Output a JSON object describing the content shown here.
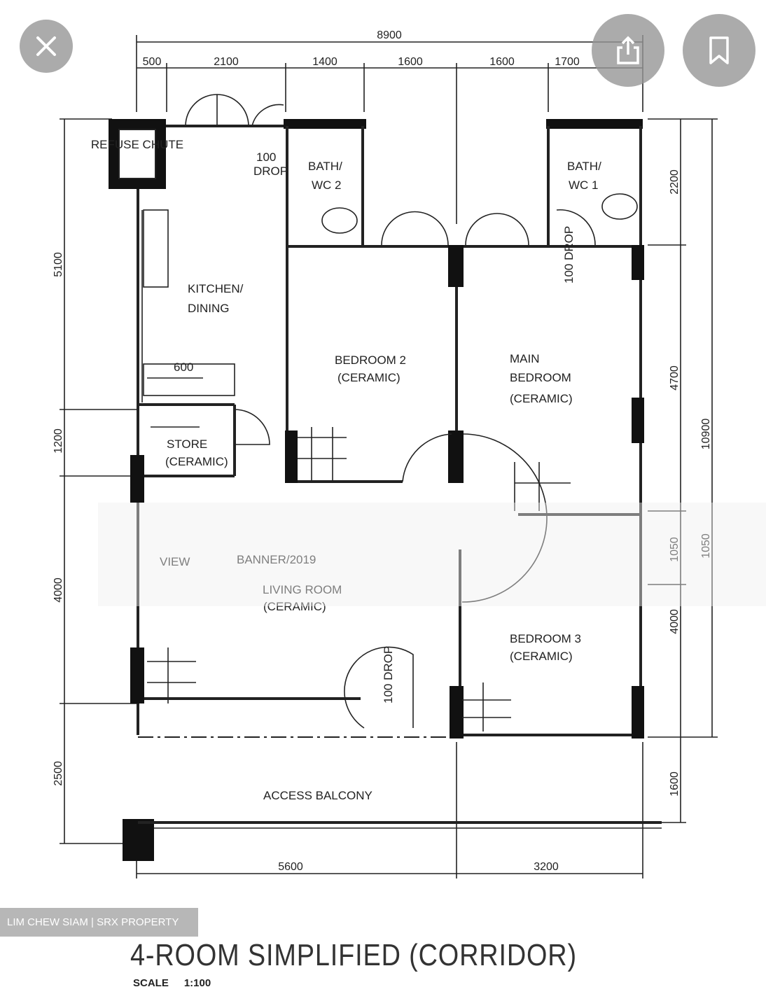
{
  "viewer": {
    "close_icon": "close-x-icon",
    "share_icon": "share-upload-icon",
    "bookmark_icon": "bookmark-icon",
    "watermark": "LIM CHEW SIAM | SRX PROPERTY"
  },
  "plan": {
    "title": "4-ROOM SIMPLIFIED (CORRIDOR)",
    "scale_label": "SCALE",
    "scale_value": "1:100",
    "dims_top_total": "8900",
    "dims_top": [
      "500",
      "2100",
      "1400",
      "1600",
      "1600",
      "1700"
    ],
    "dims_left": [
      "5100",
      "1200",
      "4000",
      "2500"
    ],
    "dims_right": [
      "2200",
      "4700",
      "1050",
      "4000",
      "1600"
    ],
    "dims_right_total": "10900",
    "dims_right_outer_small": "1050",
    "dims_bottom": [
      "5600",
      "3200"
    ],
    "rooms": {
      "refuse_chute": "REFUSE CHUTE",
      "kitchen_1": "KITCHEN/",
      "kitchen_2": "DINING",
      "bath2_1": "BATH/",
      "bath2_2": "WC 2",
      "bath1_1": "BATH/",
      "bath1_2": "WC 1",
      "drop1_1": "100",
      "drop1_2": "DROP",
      "drop2": "100 DROP",
      "drop3": "100 DROP",
      "bedroom2": "BEDROOM 2",
      "bedroom2_floor": "(CERAMIC)",
      "main_bedroom_1": "MAIN",
      "main_bedroom_2": "BEDROOM",
      "main_bedroom_floor": "(CERAMIC)",
      "shelf_dim": "600",
      "store": "STORE",
      "store_floor": "(CERAMIC)",
      "living_watermark": "BANNER/2019",
      "living_prefix": "VIEW",
      "living": "LIVING ROOM",
      "living_floor": "(CERAMIC)",
      "bedroom3": "BEDROOM 3",
      "bedroom3_floor": "(CERAMIC)",
      "access_balcony": "ACCESS BALCONY"
    }
  }
}
